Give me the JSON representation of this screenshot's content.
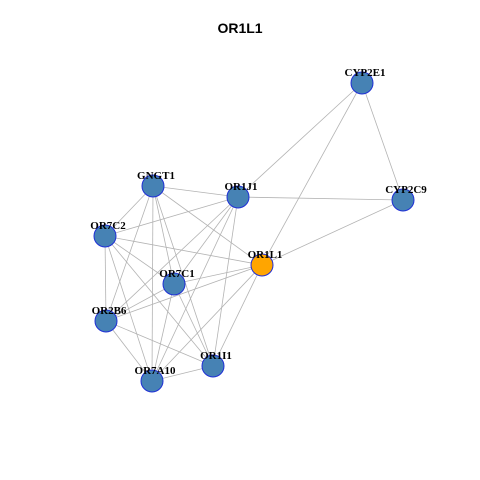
{
  "title": "OR1L1",
  "colors": {
    "node_default": "#4682b4",
    "node_focus": "#ffa500",
    "node_border": "#1f2fd6",
    "edge": "#b3b3b3"
  },
  "nodes": [
    {
      "id": "CYP2E1",
      "focus": false
    },
    {
      "id": "OR1J1",
      "focus": false
    },
    {
      "id": "CYP2C9",
      "focus": false
    },
    {
      "id": "GNGT1",
      "focus": false
    },
    {
      "id": "OR7C2",
      "focus": false
    },
    {
      "id": "OR1L1",
      "focus": true
    },
    {
      "id": "OR7C1",
      "focus": false
    },
    {
      "id": "OR2B6",
      "focus": false
    },
    {
      "id": "OR1I1",
      "focus": false
    },
    {
      "id": "OR7A10",
      "focus": false
    }
  ],
  "edges": [
    [
      "CYP2E1",
      "CYP2C9"
    ],
    [
      "CYP2E1",
      "OR1J1"
    ],
    [
      "CYP2E1",
      "OR1L1"
    ],
    [
      "CYP2C9",
      "OR1J1"
    ],
    [
      "CYP2C9",
      "OR1L1"
    ],
    [
      "GNGT1",
      "OR1J1"
    ],
    [
      "GNGT1",
      "OR7C2"
    ],
    [
      "GNGT1",
      "OR1L1"
    ],
    [
      "GNGT1",
      "OR7C1"
    ],
    [
      "GNGT1",
      "OR2B6"
    ],
    [
      "GNGT1",
      "OR7A10"
    ],
    [
      "GNGT1",
      "OR1I1"
    ],
    [
      "OR1J1",
      "OR7C2"
    ],
    [
      "OR1J1",
      "OR7C1"
    ],
    [
      "OR1J1",
      "OR2B6"
    ],
    [
      "OR1J1",
      "OR7A10"
    ],
    [
      "OR1J1",
      "OR1I1"
    ],
    [
      "OR7C2",
      "OR1L1"
    ],
    [
      "OR7C2",
      "OR7C1"
    ],
    [
      "OR7C2",
      "OR2B6"
    ],
    [
      "OR7C2",
      "OR7A10"
    ],
    [
      "OR7C2",
      "OR1I1"
    ],
    [
      "OR1L1",
      "OR7C1"
    ],
    [
      "OR1L1",
      "OR2B6"
    ],
    [
      "OR1L1",
      "OR7A10"
    ],
    [
      "OR1L1",
      "OR1I1"
    ],
    [
      "OR7C1",
      "OR2B6"
    ],
    [
      "OR7C1",
      "OR7A10"
    ],
    [
      "OR7C1",
      "OR1I1"
    ],
    [
      "OR2B6",
      "OR7A10"
    ],
    [
      "OR2B6",
      "OR1I1"
    ],
    [
      "OR7A10",
      "OR1I1"
    ]
  ]
}
